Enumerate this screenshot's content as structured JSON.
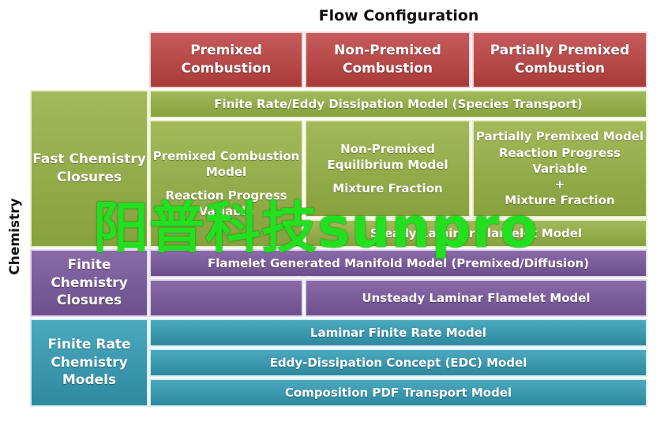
{
  "title": "Flow Configuration",
  "axis_label": "Chemistry",
  "columns": [
    [
      "Premixed",
      "Combustion"
    ],
    [
      "Non-Premixed",
      "Combustion"
    ],
    [
      "Partially Premixed",
      "Combustion"
    ]
  ],
  "rows": {
    "fast": [
      "Fast Chemistry",
      "Closures"
    ],
    "finite": [
      "Finite",
      "Chemistry",
      "Closures"
    ],
    "finite_rate": [
      "Finite Rate",
      "Chemistry",
      "Models"
    ]
  },
  "cells": {
    "finite_rate_eddy": "Finite Rate/Eddy Dissipation Model (Species Transport)",
    "premixed_model": [
      "Premixed Combustion",
      "Model",
      "Reaction Progress",
      "Variable"
    ],
    "nonpremixed_model": [
      "Non-Premixed",
      "Equilibrium Model",
      "Mixture Fraction"
    ],
    "partial_model": [
      "Partially Premixed Model",
      "Reaction Progress",
      "Variable",
      "+",
      "Mixture Fraction"
    ],
    "steady_flamelet": "Steady Laminar Flamelet Model",
    "fgm": "Flamelet Generated Manifold Model (Premixed/Diffusion)",
    "unsteady_flamelet": "Unsteady Laminar Flamelet Model",
    "laminar_finite_rate": "Laminar Finite Rate Model",
    "edc": "Eddy-Dissipation Concept (EDC) Model",
    "pdf": "Composition PDF Transport Model"
  },
  "watermark": "阳普科技sunpro",
  "colors": {
    "header": "#b04545",
    "fast_chemistry": "#93ab48",
    "finite_chemistry": "#7a5c9a",
    "finite_rate_models": "#3a98b0",
    "watermark": "#22e020"
  }
}
